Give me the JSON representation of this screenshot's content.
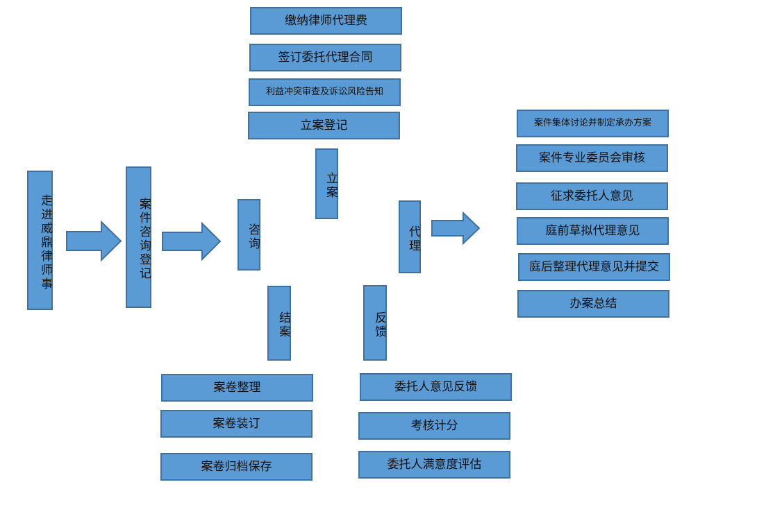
{
  "colors": {
    "box_fill": "#5b9bd5",
    "box_border": "#41719c",
    "text": "#111111"
  },
  "stages": {
    "start": "走进威鼎律师事",
    "consult_register": "案件咨询登记",
    "consult": "咨询",
    "filing": "立案",
    "agency": "代理",
    "closing": "结案",
    "feedback": "反馈"
  },
  "filing_steps": [
    "缴纳律师代理费",
    "签订委托代理合同",
    "利益冲突审查及诉讼风险告知",
    "立案登记"
  ],
  "agency_steps": [
    "案件集体讨论并制定承办方案",
    "案件专业委员会审核",
    "征求委托人意见",
    "庭前草拟代理意见",
    "庭后整理代理意见并提交",
    "办案总结"
  ],
  "closing_steps": [
    "案卷整理",
    "案卷装订",
    "案卷归档保存"
  ],
  "feedback_steps": [
    "委托人意见反馈",
    "考核计分",
    "委托人满意度评估"
  ]
}
